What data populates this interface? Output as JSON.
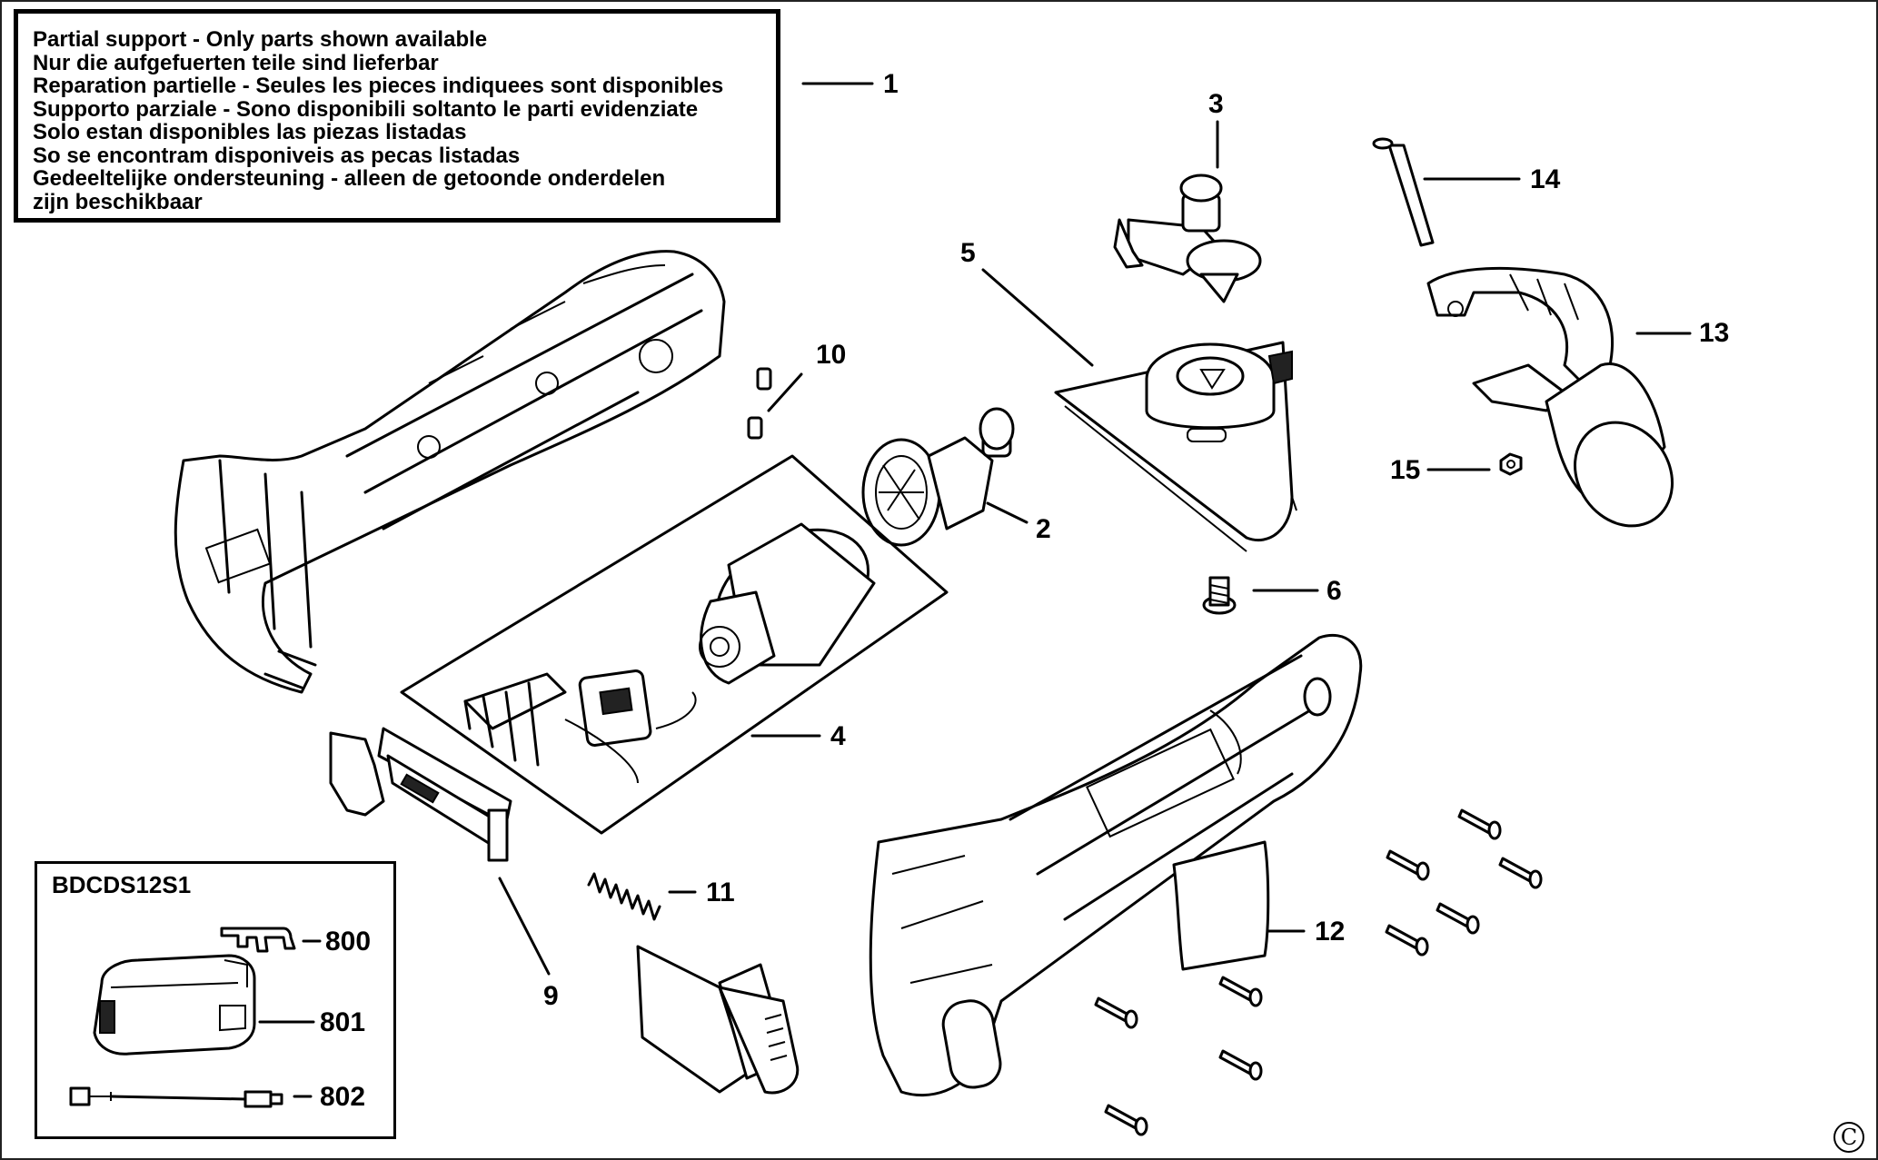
{
  "notice": {
    "lines": [
      "Partial support - Only parts shown available",
      "Nur die aufgefuerten teile sind lieferbar",
      "Reparation partielle - Seules les pieces indiquees sont disponibles",
      "Supporto parziale - Sono disponibili soltanto le parti evidenziate",
      "Solo estan disponibles las piezas listadas",
      "So se encontram disponiveis as pecas listadas",
      "Gedeeltelijke ondersteuning - alleen de getoonde onderdelen",
      "zijn beschikbaar"
    ]
  },
  "kit": {
    "title": "BDCDS12S1",
    "items": [
      "800",
      "801",
      "802"
    ]
  },
  "parts": [
    "1",
    "2",
    "3",
    "4",
    "5",
    "6",
    "9",
    "10",
    "11",
    "12",
    "13",
    "14",
    "15"
  ],
  "copyright_symbol": "C"
}
